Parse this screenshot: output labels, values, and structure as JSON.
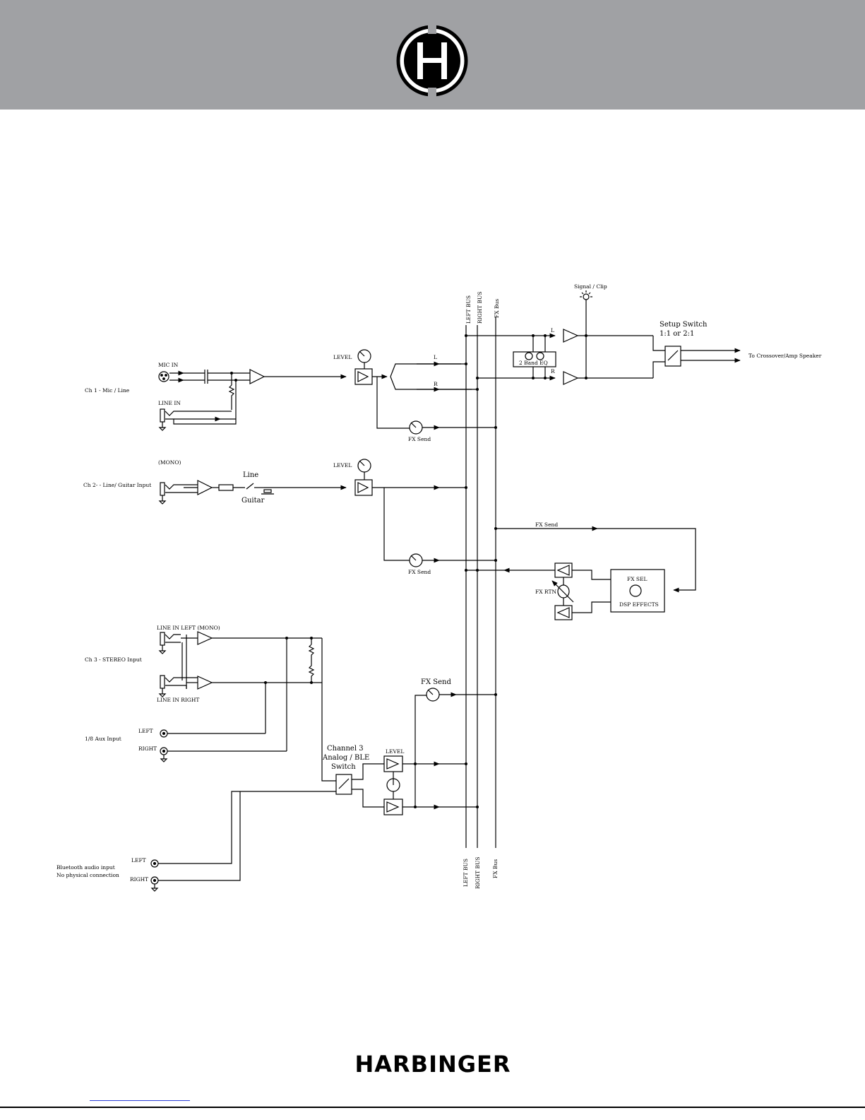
{
  "colors": {
    "header_bg": "#a0a1a4",
    "ink": "#000000",
    "link": "#2b3fd6"
  },
  "icons": {
    "logo": "harbinger-h-logo-icon"
  },
  "brand_name": "HARBINGER",
  "labels": {
    "mic_in": "MIC IN",
    "ch1": "Ch 1 - Mic / Line",
    "line_in": "LINE IN",
    "level_1": "LEVEL",
    "l_1": "L",
    "r_1": "R",
    "fx_send_1": "FX Send",
    "mono": "(MONO)",
    "ch2": "Ch 2- - Line/ Guitar Input",
    "line_sw": "Line",
    "guitar_sw": "Guitar",
    "level_2": "LEVEL",
    "fx_send_2": "FX Send",
    "left_bus_top": "LEFT BUS",
    "right_bus_top": "RIGHT BUS",
    "fx_bus_top": "FX Bus",
    "left_bus_bottom": "LEFT BUS",
    "right_bus_bottom": "RIGHT BUS",
    "fx_bus_bottom": "FX Bus",
    "signal_clip": "Signal / Clip",
    "l_main": "L",
    "r_main": "R",
    "eq": "2 Band EQ",
    "setup_switch_1": "Setup Switch",
    "setup_switch_2": "1:1 or 2:1",
    "output": "To Crossover/Amp Speaker",
    "fx_send_bus": "FX Send",
    "fx_rtn": "FX RTN",
    "fx_sel": "FX SEL",
    "dsp": "DSP EFFECTS",
    "line_in_left": "LINE IN LEFT (MONO)",
    "ch3": "Ch 3 - STEREO Input",
    "line_in_right": "LINE IN RIGHT",
    "fx_send_3": "FX Send",
    "aux": "1/8 Aux Input",
    "aux_left": "LEFT",
    "aux_right": "RIGHT",
    "ch3_switch_1": "Channel 3",
    "ch3_switch_2": "Analog / BLE",
    "ch3_switch_3": "Switch",
    "level_3": "LEVEL",
    "bt_1": "Bluetooth audio input",
    "bt_2": "No physical connection",
    "bt_left": "LEFT",
    "bt_right": "RIGHT"
  }
}
